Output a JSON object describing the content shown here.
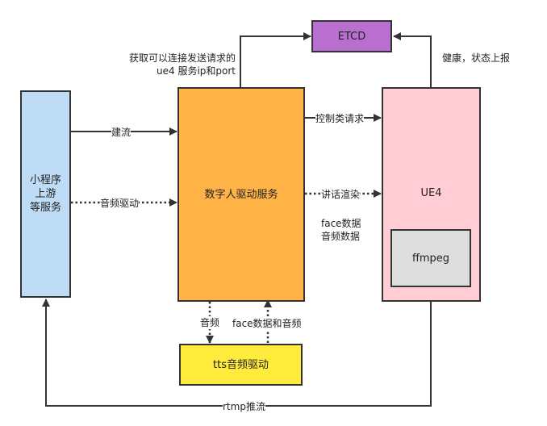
{
  "nodes": {
    "etcd": "ETCD",
    "miniprogram": "小程序\n上游\n等服务",
    "driver": "数字人驱动服务",
    "ue4": "UE4",
    "ffmpeg": "ffmpeg",
    "tts": "tts音频驱动"
  },
  "edges": {
    "get_service": "获取可以连接发送请求的\nue4 服务ip和port",
    "health": "健康，状态上报",
    "build_stream": "建流",
    "audio_drive": "音频驱动",
    "control_request": "控制类请求",
    "speech_render": "讲话渲染",
    "face_audio_data": "face数据\n音频数据",
    "audio": "音频",
    "face_and_audio": "face数据和音频",
    "rtmp": "rtmp推流"
  },
  "colors": {
    "etcd": "#b86fcf",
    "miniprogram": "#bfdcf7",
    "driver": "#ffb347",
    "ue4": "#ffcdd3",
    "ffmpeg": "#dddddd",
    "tts": "#ffeb3b",
    "line": "#333333"
  }
}
